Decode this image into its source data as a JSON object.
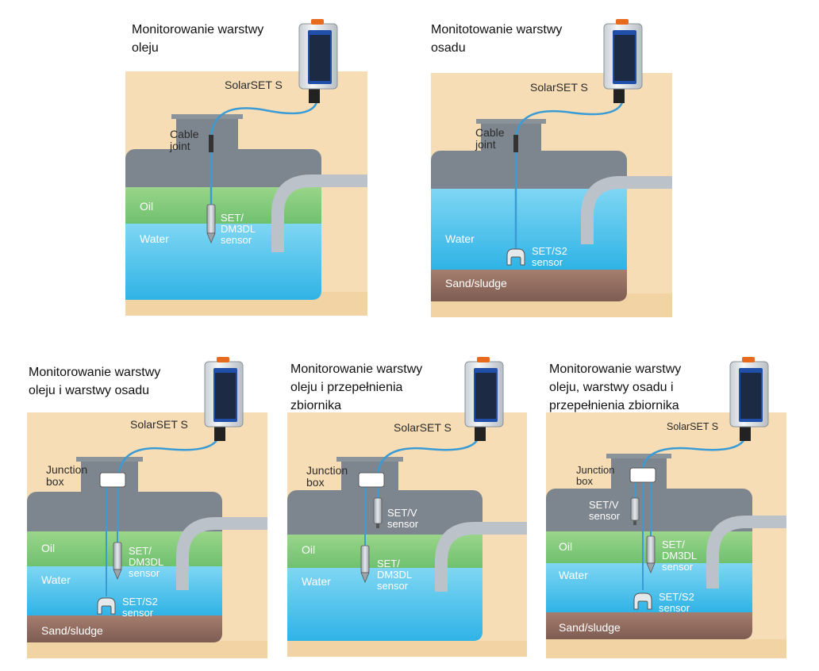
{
  "panels": [
    {
      "caption": "Monitorowanie warstwy\noleju",
      "device": "SolarSET S",
      "joint": "Cable\njoint",
      "layers": {
        "oil": "Oil",
        "water": "Water"
      },
      "sensors": [
        {
          "label": "SET/\nDM3DL\nsensor"
        }
      ]
    },
    {
      "caption": "Monitotowanie warstwy\nosadu",
      "device": "SolarSET S",
      "joint": "Cable\njoint",
      "layers": {
        "water": "Water",
        "sludge": "Sand/sludge"
      },
      "sensors": [
        {
          "label": "SET/S2\nsensor"
        }
      ]
    },
    {
      "caption": "Monitorowanie warstwy\noleju i warstwy osadu",
      "device": "SolarSET S",
      "joint": "Junction\nbox",
      "layers": {
        "oil": "Oil",
        "water": "Water",
        "sludge": "Sand/sludge"
      },
      "sensors": [
        {
          "label": "SET/\nDM3DL\nsensor"
        },
        {
          "label": "SET/S2\nsensor"
        }
      ]
    },
    {
      "caption": "Monitorowanie warstwy\noleju i przepełnienia\nzbiornika",
      "device": "SolarSET S",
      "joint": "Junction\nbox",
      "layers": {
        "oil": "Oil",
        "water": "Water"
      },
      "sensors": [
        {
          "label": "SET/V\nsensor"
        },
        {
          "label": "SET/\nDM3DL\nsensor"
        }
      ]
    },
    {
      "caption": "Monitorowanie warstwy\noleju, warstwy osadu i\nprzepełnienia zbiornika",
      "device": "SolarSET S",
      "joint": "Junction\nbox",
      "layers": {
        "oil": "Oil",
        "water": "Water",
        "sludge": "Sand/sludge"
      },
      "sensors": [
        {
          "label": "SET/V\nsensor"
        },
        {
          "label": "SET/\nDM3DL\nsensor"
        },
        {
          "label": "SET/S2\nsensor"
        }
      ]
    }
  ],
  "colors": {
    "soil": "#F6DDB5",
    "soil_dark": "#EED1A2",
    "tank_gray": "#7D868E",
    "oil": "#7FCB7C",
    "water": "#4DC3EE",
    "sludge": "#8E6A5F",
    "pipe": "#BCC2CA",
    "cable": "#3A9BD5",
    "device_body": "#E8ECEF",
    "device_blue": "#1F4FA8",
    "device_cap": "#E86A1C"
  }
}
